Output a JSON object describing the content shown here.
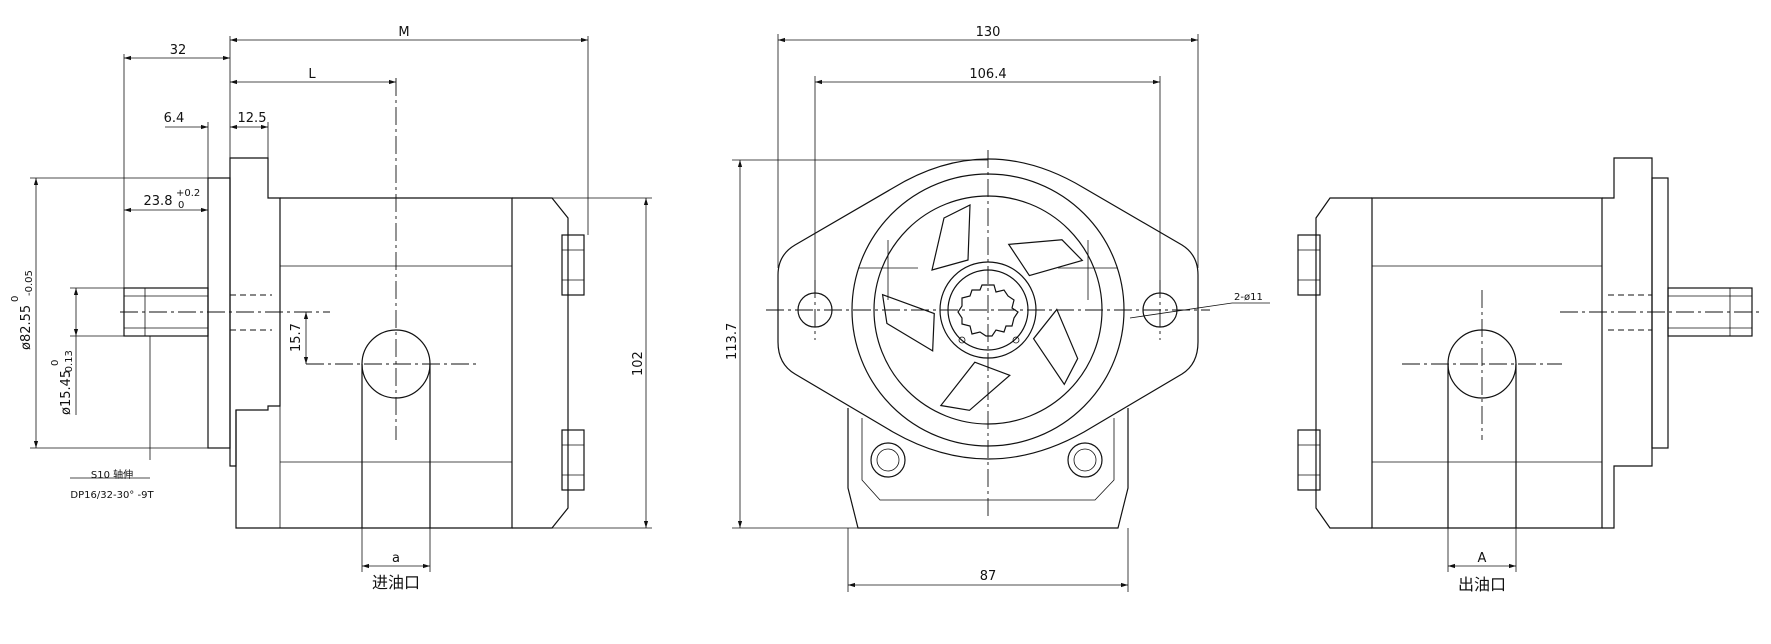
{
  "dimensions": {
    "flange_to_end_M": "M",
    "shaft_length": "32",
    "port_position_L": "L",
    "shoulder": "6.4",
    "flange_thickness": "12.5",
    "pilot_length": "23.8",
    "pilot_tol_upper": "+0.2",
    "pilot_tol_lower": "0",
    "pilot_diameter": "ø82.55",
    "pilot_dia_tol_upper": "0",
    "pilot_dia_tol_lower": "-0.05",
    "shaft_diameter": "ø15.45",
    "shaft_dia_tol_upper": "0",
    "shaft_dia_tol_lower": "-0.13",
    "port_offset": "15.7",
    "body_height": "102",
    "inlet_port_size": "a",
    "flange_width": "130",
    "bolt_spacing": "106.4",
    "flange_height": "113.7",
    "mount_holes": "2-ø11",
    "rear_width": "87",
    "outlet_port_size": "A"
  },
  "notes": {
    "spline_name": "S10 轴伸",
    "spline_spec": "DP16/32-30° -9T",
    "inlet_label": "进油口",
    "outlet_label": "出油口"
  }
}
